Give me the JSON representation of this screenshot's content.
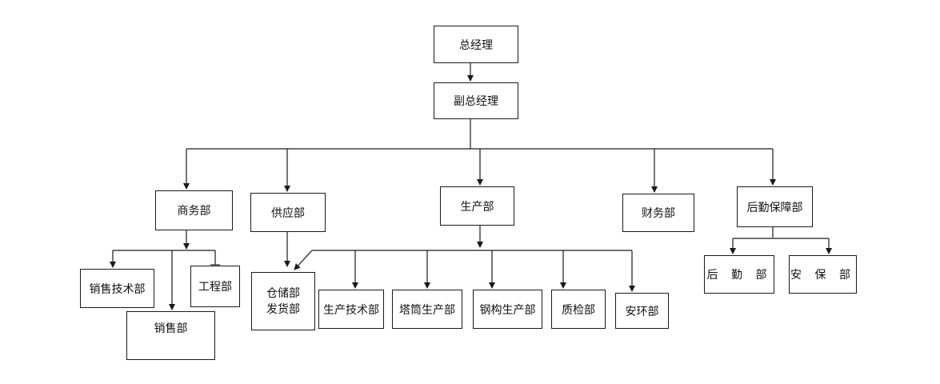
{
  "chart_data": {
    "type": "org-chart",
    "nodes": {
      "ceo": "总经理",
      "deputy": "副总经理",
      "commerce": "商务部",
      "supply": "供应部",
      "production": "生产部",
      "finance": "财务部",
      "logistics": "后勤保障部",
      "sales_tech": "销售技术部",
      "engineering": "工程部",
      "sales": "销售部",
      "warehouse": [
        "仓储部",
        "发货部"
      ],
      "prod_tech": "生产技术部",
      "tower": "塔筒生产部",
      "steel": "钢构生产部",
      "qc": "质检部",
      "env": "安环部",
      "rear": "后 勤 部",
      "security": "安 保 部"
    },
    "edges": [
      [
        "ceo",
        "deputy"
      ],
      [
        "deputy",
        "commerce"
      ],
      [
        "deputy",
        "supply"
      ],
      [
        "deputy",
        "production"
      ],
      [
        "deputy",
        "finance"
      ],
      [
        "deputy",
        "logistics"
      ],
      [
        "commerce",
        "sales_tech"
      ],
      [
        "commerce",
        "engineering"
      ],
      [
        "commerce",
        "sales"
      ],
      [
        "supply",
        "warehouse"
      ],
      [
        "production",
        "warehouse"
      ],
      [
        "production",
        "prod_tech"
      ],
      [
        "production",
        "tower"
      ],
      [
        "production",
        "steel"
      ],
      [
        "production",
        "qc"
      ],
      [
        "production",
        "env"
      ],
      [
        "logistics",
        "rear"
      ],
      [
        "logistics",
        "security"
      ]
    ]
  }
}
